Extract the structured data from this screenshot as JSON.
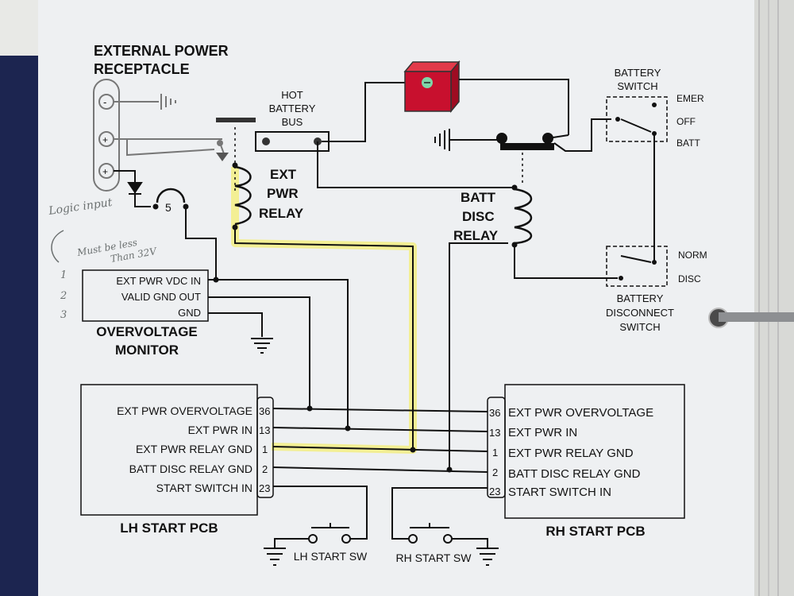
{
  "receptacle": {
    "title_line1": "EXTERNAL POWER",
    "title_line2": "RECEPTACLE",
    "pins": [
      "-",
      "+",
      "+"
    ],
    "pin5_label": "5"
  },
  "hot_bus": {
    "line1": "HOT",
    "line2": "BATTERY",
    "line3": "BUS"
  },
  "ext_relay": {
    "line1": "EXT",
    "line2": "PWR",
    "line3": "RELAY"
  },
  "batt_relay": {
    "line1": "BATT",
    "line2": "DISC",
    "line3": "RELAY"
  },
  "battery_switch": {
    "title_line1": "BATTERY",
    "title_line2": "SWITCH",
    "positions": [
      "EMER",
      "OFF",
      "BATT"
    ]
  },
  "disconnect_switch": {
    "title_line1": "BATTERY",
    "title_line2": "DISCONNECT",
    "title_line3": "SWITCH",
    "positions": [
      "NORM",
      "DISC"
    ]
  },
  "ov_monitor": {
    "pins": [
      "EXT PWR VDC IN",
      "VALID GND OUT",
      "GND"
    ],
    "title_line1": "OVERVOLTAGE",
    "title_line2": "MONITOR"
  },
  "lh_pcb": {
    "rows": [
      {
        "label": "EXT PWR OVERVOLTAGE",
        "pin": "36"
      },
      {
        "label": "EXT PWR IN",
        "pin": "13"
      },
      {
        "label": "EXT PWR RELAY GND",
        "pin": "1"
      },
      {
        "label": "BATT DISC RELAY GND",
        "pin": "2"
      },
      {
        "label": "START SWITCH IN",
        "pin": "23"
      }
    ],
    "title": "LH START PCB"
  },
  "rh_pcb": {
    "rows": [
      {
        "label": "EXT PWR OVERVOLTAGE",
        "pin": "36"
      },
      {
        "label": "EXT PWR IN",
        "pin": "13"
      },
      {
        "label": "EXT PWR RELAY GND",
        "pin": "1"
      },
      {
        "label": "BATT DISC RELAY GND",
        "pin": "2"
      },
      {
        "label": "START SWITCH IN",
        "pin": "23"
      }
    ],
    "title": "RH START PCB"
  },
  "lh_start_sw": "LH START SW",
  "rh_start_sw": "RH START SW",
  "handwriting": {
    "logic_input": "Logic input",
    "must_be_line1": "Must be less",
    "must_be_line2": "Than 32V",
    "numbers": [
      "1",
      "2",
      "3"
    ]
  },
  "colors": {
    "battery": "#c8102e",
    "highlight": "#f3ee8a",
    "folder": "#1c2550",
    "paper": "#eef0f2"
  }
}
